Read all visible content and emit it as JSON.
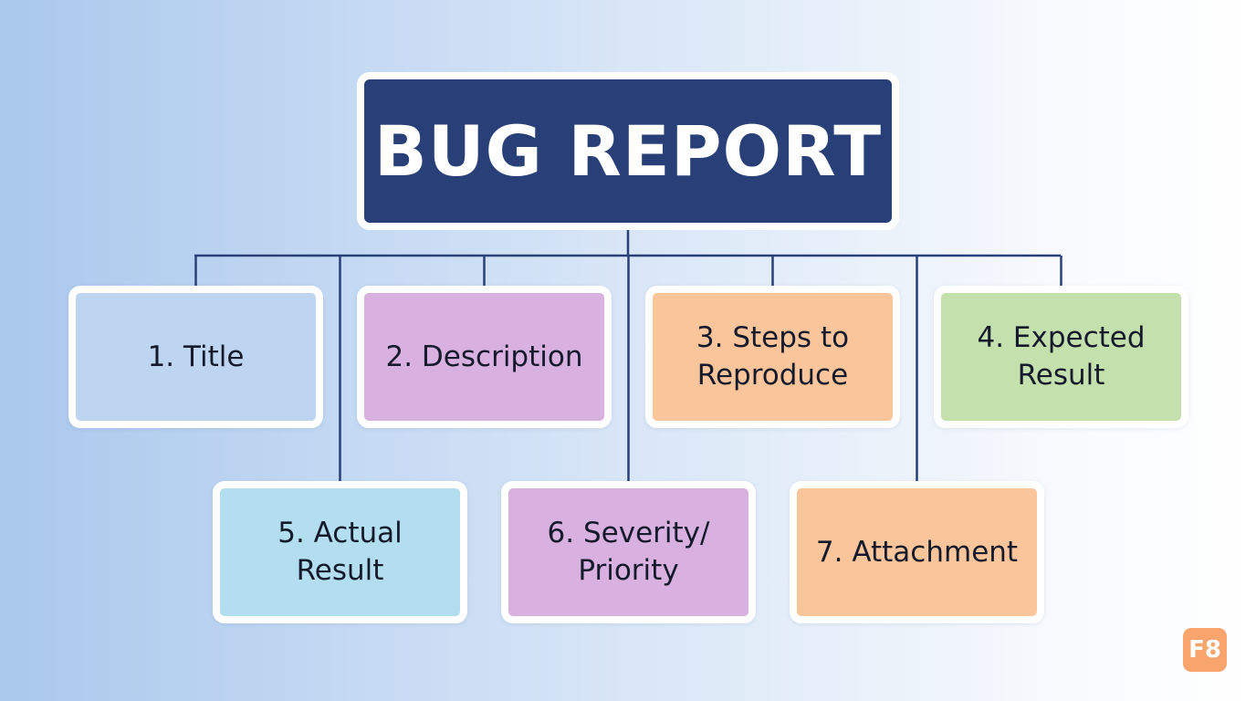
{
  "title": "BUG REPORT",
  "nodes": [
    {
      "label": "1. Title",
      "fill": "#bed5f2"
    },
    {
      "label": "2. Description",
      "fill": "#d8b1e1"
    },
    {
      "label": "3. Steps to\nReproduce",
      "fill": "#fac59a"
    },
    {
      "label": "4. Expected\nResult",
      "fill": "#c4e0ac"
    },
    {
      "label": "5. Actual\nResult",
      "fill": "#b2def0"
    },
    {
      "label": "6. Severity/\nPriority",
      "fill": "#d8b1e1"
    },
    {
      "label": "7. Attachment",
      "fill": "#fac59a"
    }
  ],
  "edges": [
    [
      "title",
      0
    ],
    [
      "title",
      1
    ],
    [
      "title",
      2
    ],
    [
      "title",
      3
    ],
    [
      "title",
      4
    ],
    [
      "title",
      5
    ],
    [
      "title",
      6
    ]
  ],
  "line_color": "#283f78",
  "badge": "F8"
}
